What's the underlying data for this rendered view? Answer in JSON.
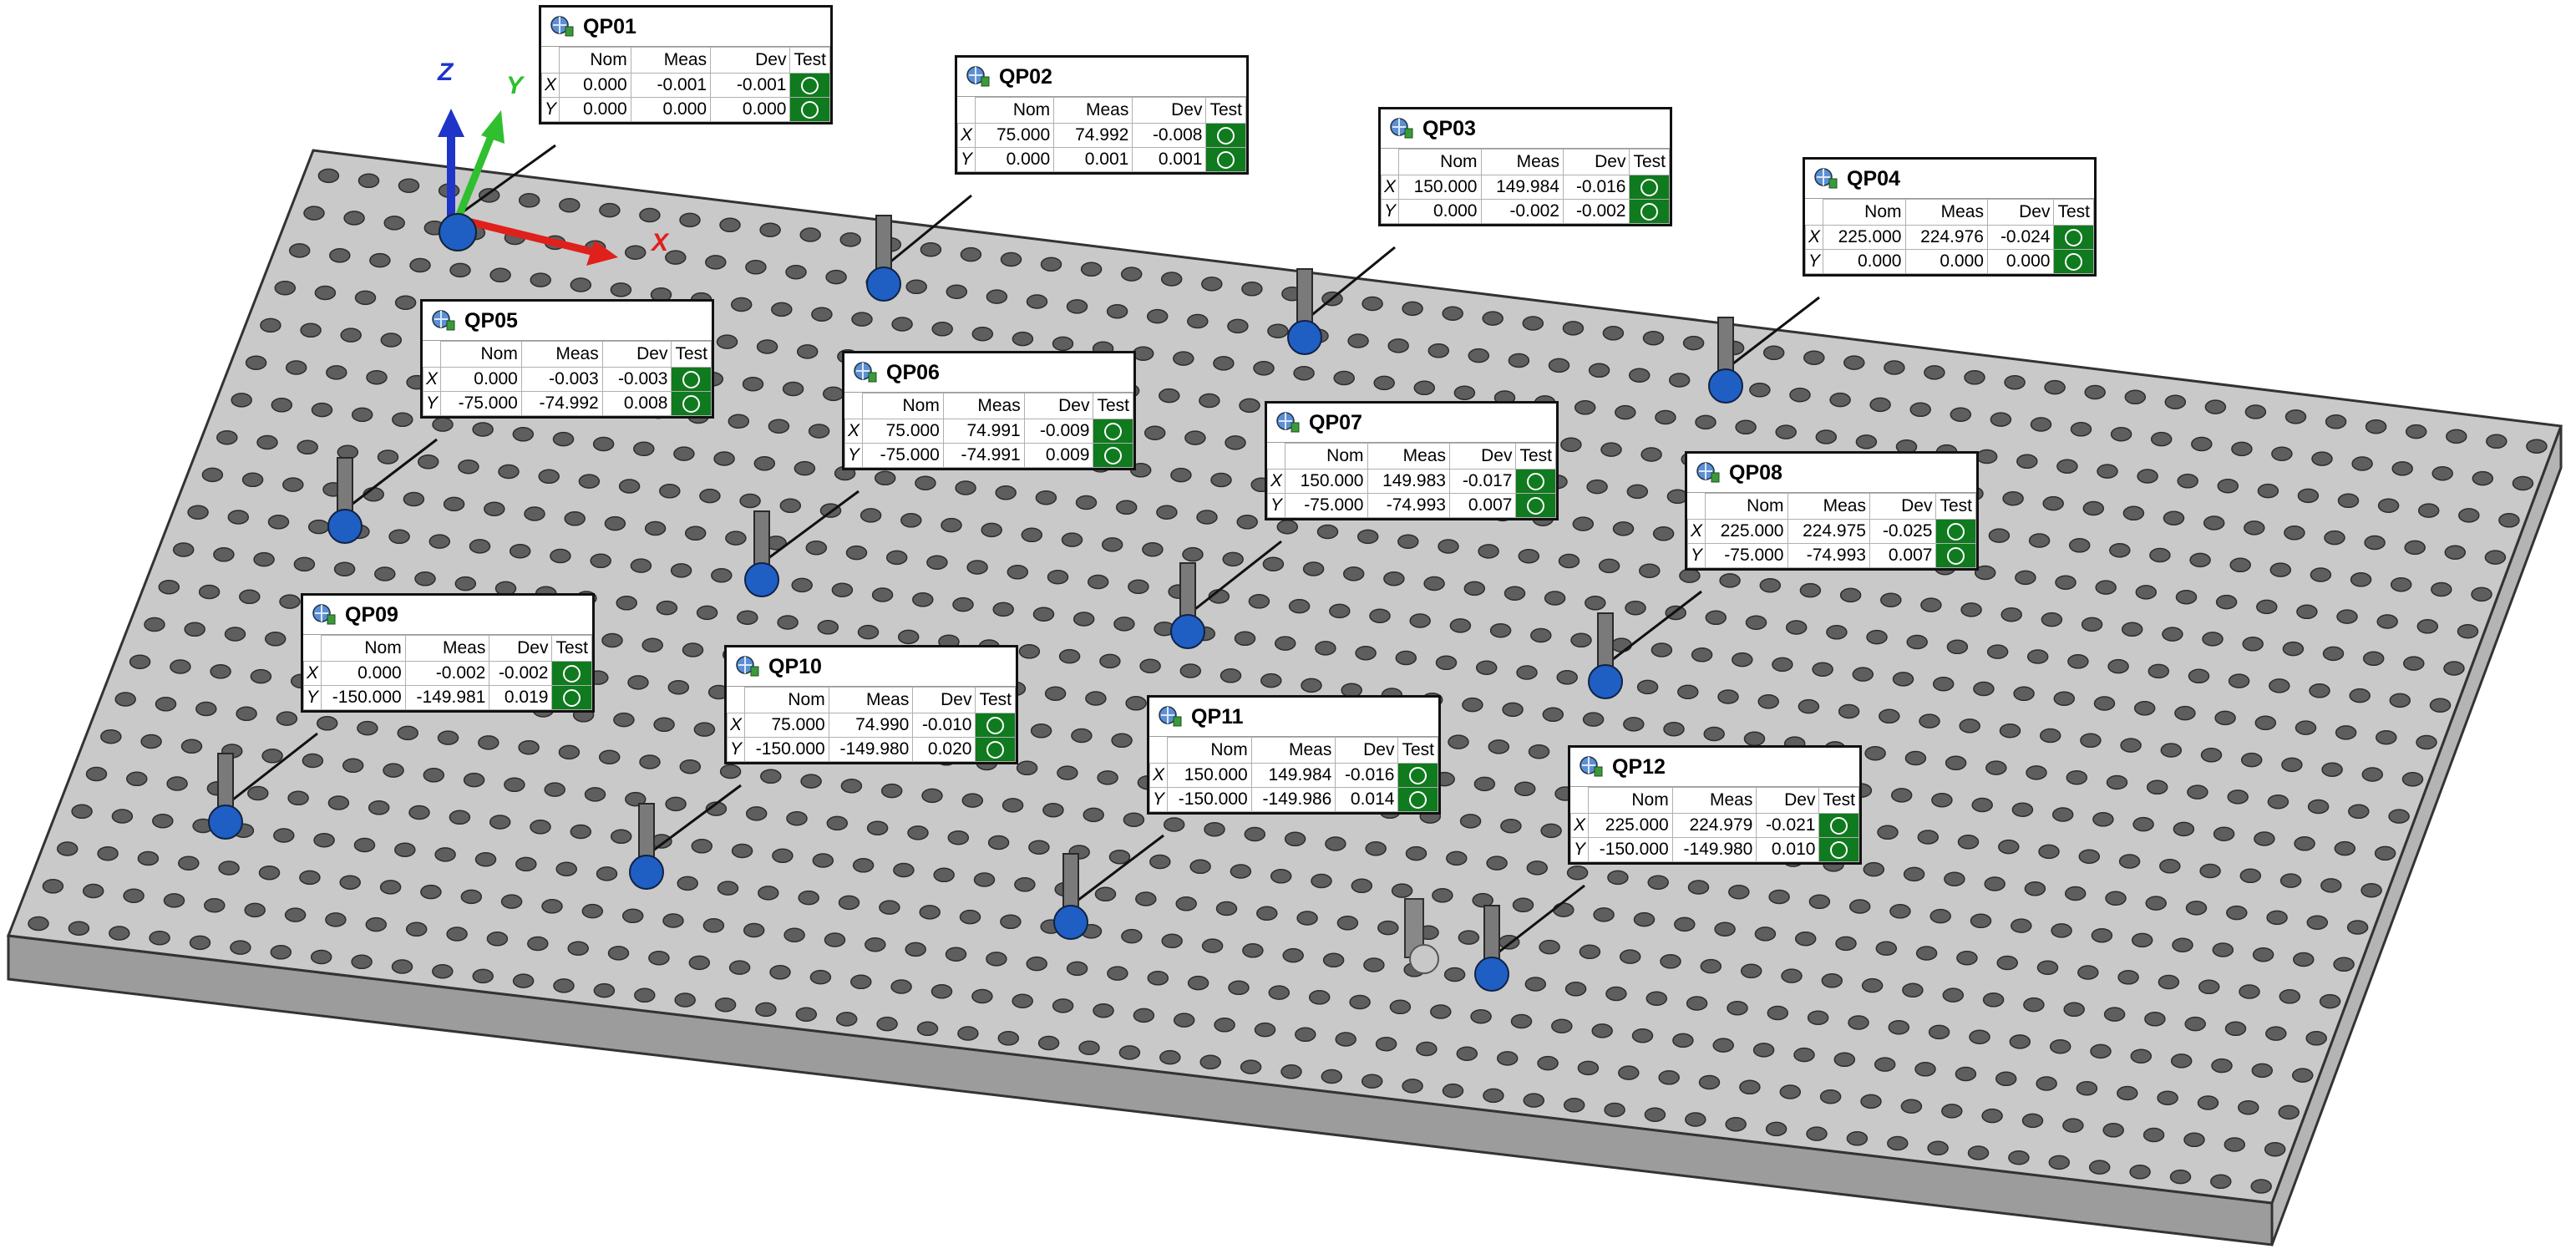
{
  "axes": {
    "x": "X",
    "y": "Y",
    "z": "Z"
  },
  "columns": {
    "nom": "Nom",
    "meas": "Meas",
    "dev": "Dev",
    "test": "Test"
  },
  "colors": {
    "plate_top": "#c9c9c9",
    "plate_front": "#9c9c9c",
    "plate_side": "#b4b4b4",
    "probe_ball": "#1f5fc4",
    "test_pass": "#0f7a1e",
    "axis_x": "#e0201b",
    "axis_y": "#2fbf2f",
    "axis_z": "#1f35c8"
  },
  "points": [
    {
      "name": "QP01",
      "rows": [
        {
          "axis": "X",
          "nom": "0.000",
          "meas": "-0.001",
          "dev": "-0.001"
        },
        {
          "axis": "Y",
          "nom": "0.000",
          "meas": "0.000",
          "dev": "0.000"
        }
      ]
    },
    {
      "name": "QP02",
      "rows": [
        {
          "axis": "X",
          "nom": "75.000",
          "meas": "74.992",
          "dev": "-0.008"
        },
        {
          "axis": "Y",
          "nom": "0.000",
          "meas": "0.001",
          "dev": "0.001"
        }
      ]
    },
    {
      "name": "QP03",
      "rows": [
        {
          "axis": "X",
          "nom": "150.000",
          "meas": "149.984",
          "dev": "-0.016"
        },
        {
          "axis": "Y",
          "nom": "0.000",
          "meas": "-0.002",
          "dev": "-0.002"
        }
      ]
    },
    {
      "name": "QP04",
      "rows": [
        {
          "axis": "X",
          "nom": "225.000",
          "meas": "224.976",
          "dev": "-0.024"
        },
        {
          "axis": "Y",
          "nom": "0.000",
          "meas": "0.000",
          "dev": "0.000"
        }
      ]
    },
    {
      "name": "QP05",
      "rows": [
        {
          "axis": "X",
          "nom": "0.000",
          "meas": "-0.003",
          "dev": "-0.003"
        },
        {
          "axis": "Y",
          "nom": "-75.000",
          "meas": "-74.992",
          "dev": "0.008"
        }
      ]
    },
    {
      "name": "QP06",
      "rows": [
        {
          "axis": "X",
          "nom": "75.000",
          "meas": "74.991",
          "dev": "-0.009"
        },
        {
          "axis": "Y",
          "nom": "-75.000",
          "meas": "-74.991",
          "dev": "0.009"
        }
      ]
    },
    {
      "name": "QP07",
      "rows": [
        {
          "axis": "X",
          "nom": "150.000",
          "meas": "149.983",
          "dev": "-0.017"
        },
        {
          "axis": "Y",
          "nom": "-75.000",
          "meas": "-74.993",
          "dev": "0.007"
        }
      ]
    },
    {
      "name": "QP08",
      "rows": [
        {
          "axis": "X",
          "nom": "225.000",
          "meas": "224.975",
          "dev": "-0.025"
        },
        {
          "axis": "Y",
          "nom": "-75.000",
          "meas": "-74.993",
          "dev": "0.007"
        }
      ]
    },
    {
      "name": "QP09",
      "rows": [
        {
          "axis": "X",
          "nom": "0.000",
          "meas": "-0.002",
          "dev": "-0.002"
        },
        {
          "axis": "Y",
          "nom": "-150.000",
          "meas": "-149.981",
          "dev": "0.019"
        }
      ]
    },
    {
      "name": "QP10",
      "rows": [
        {
          "axis": "X",
          "nom": "75.000",
          "meas": "74.990",
          "dev": "-0.010"
        },
        {
          "axis": "Y",
          "nom": "-150.000",
          "meas": "-149.980",
          "dev": "0.020"
        }
      ]
    },
    {
      "name": "QP11",
      "rows": [
        {
          "axis": "X",
          "nom": "150.000",
          "meas": "149.984",
          "dev": "-0.016"
        },
        {
          "axis": "Y",
          "nom": "-150.000",
          "meas": "-149.986",
          "dev": "0.014"
        }
      ]
    },
    {
      "name": "QP12",
      "rows": [
        {
          "axis": "X",
          "nom": "225.000",
          "meas": "224.979",
          "dev": "-0.021"
        },
        {
          "axis": "Y",
          "nom": "-150.000",
          "meas": "-149.980",
          "dev": "0.010"
        }
      ]
    }
  ]
}
